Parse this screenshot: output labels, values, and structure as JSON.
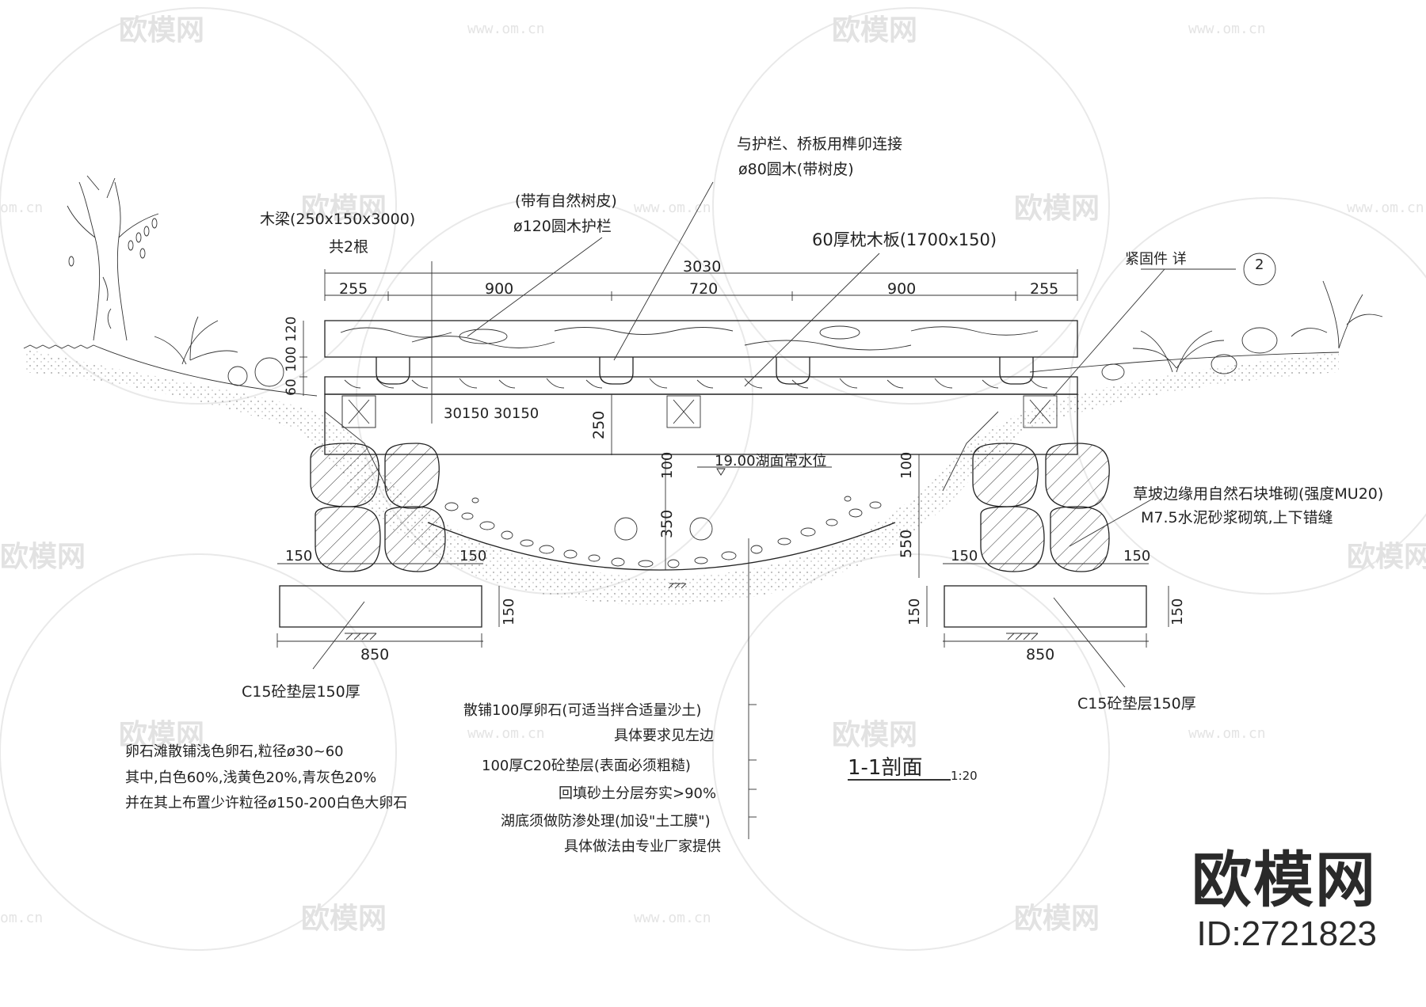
{
  "watermark": {
    "brand": "欧模网",
    "site": "www.om.cn",
    "site_short": "om.cn"
  },
  "brand_stamp": {
    "logo": "欧模网",
    "id": "ID:2721823"
  },
  "section": {
    "title": "1-1剖面",
    "scale": "1:20"
  },
  "annotations": {
    "tenon_line1": "与护栏、桥板用榫卯连接",
    "tenon_line2": "ø80圆木(带树皮)",
    "rail_line1": "(带有自然树皮)",
    "rail_line2": "ø120圆木护栏",
    "beam_line1": "木梁(250x150x3000)",
    "beam_line2": "共2根",
    "sleeper": "60厚枕木板(1700x150)",
    "fastener": "紧固件  详",
    "detail_num": "2",
    "water_level": "19.00湖面常水位",
    "wall_line1": "草坡边缘用自然石块堆砌(强度MU20)",
    "wall_line2": "M7.5水泥砂浆砌筑,上下错缝",
    "c15_left": "C15砼垫层150厚",
    "c15_right": "C15砼垫层150厚",
    "pebble_n1": "卵石滩散铺浅色卵石,粒径ø30~60",
    "pebble_n2": "其中,白色60%,浅黄色20%,青灰色20%",
    "pebble_n3": "并在其上布置少许粒径ø150-200白色大卵石",
    "layer1a": "散铺100厚卵石(可适当拌合适量沙土)",
    "layer1b": "具体要求见左边",
    "layer2": "100厚C20砼垫层(表面必须粗糙)",
    "layer3": "回填砂土分层夯实>90%",
    "layer4a": "湖底须做防渗处理(加设\"土工膜\")",
    "layer4b": "具体做法由专业厂家提供"
  },
  "dimensions": {
    "total": "3030",
    "seg_a": "255",
    "seg_b": "900",
    "seg_c": "720",
    "seg_d": "900",
    "seg_e": "255",
    "h_rail": "120",
    "h_post": "100",
    "h_sleeper": "60",
    "beam_h": "250",
    "beam_detail": "30150 30150",
    "d100_left": "100",
    "d100_right": "100",
    "d350": "350",
    "d550": "550",
    "f150a": "150",
    "f150b": "150",
    "f150c": "150",
    "f150d": "150",
    "f150v1": "150",
    "f150v2": "150",
    "f150v3": "150",
    "w850_left": "850",
    "w850_right": "850"
  }
}
